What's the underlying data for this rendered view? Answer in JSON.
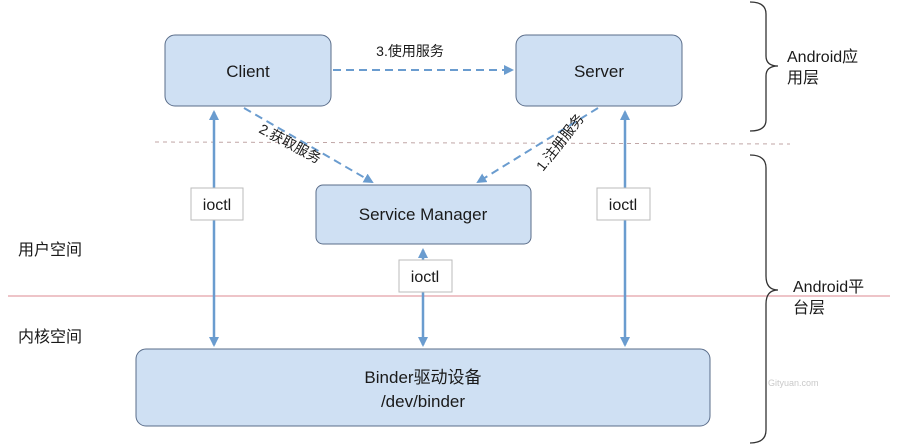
{
  "colors": {
    "box_fill": "#cfe0f3",
    "box_stroke": "#5a6d8a",
    "arrow": "#6a9ccf",
    "kernel_line": "#e3a0a8",
    "app_line": "#c0a6a6",
    "bracket": "#333333"
  },
  "nodes": {
    "client": "Client",
    "server": "Server",
    "service_manager": "Service Manager",
    "binder_line1": "Binder驱动设备",
    "binder_line2": "/dev/binder"
  },
  "edges": {
    "use_service": "3.使用服务",
    "get_service": "2.获取服务",
    "register_service": "1.注册服务"
  },
  "ioctl": {
    "left": "ioctl",
    "center": "ioctl",
    "right": "ioctl"
  },
  "layers": {
    "user_space": "用户空间",
    "kernel_space": "内核空间",
    "app_layer_line1": "Android应",
    "app_layer_line2": "用层",
    "platform_layer_line1": "Android平",
    "platform_layer_line2": "台层"
  },
  "watermark": "Gityuan.com"
}
